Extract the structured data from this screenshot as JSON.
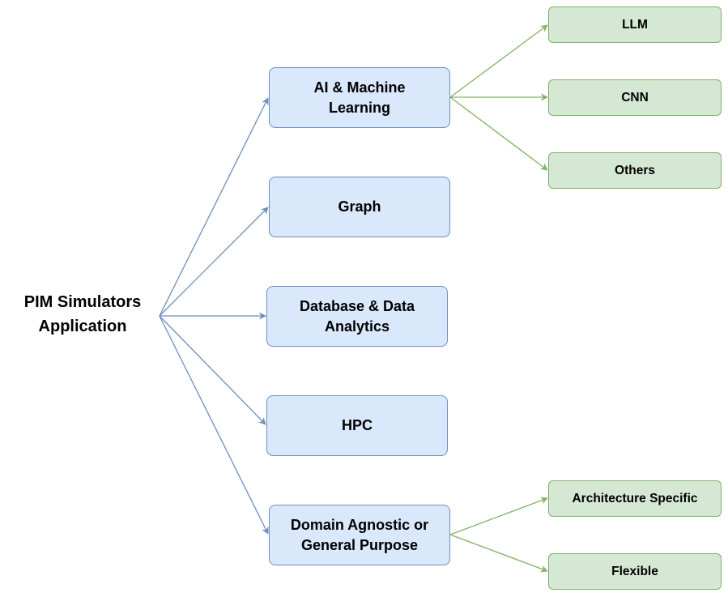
{
  "root": {
    "line1": "PIM Simulators",
    "line2": "Application"
  },
  "categories": [
    {
      "line1": "AI & Machine",
      "line2": "Learning"
    },
    {
      "line1": "Graph"
    },
    {
      "line1": "Database & Data",
      "line2": "Analytics"
    },
    {
      "line1": "HPC"
    },
    {
      "line1": "Domain Agnostic or",
      "line2": "General Purpose"
    }
  ],
  "ai_ml_children": [
    "LLM",
    "CNN",
    "Others"
  ],
  "general_purpose_children": [
    "Architecture Specific",
    "Flexible"
  ],
  "colors": {
    "category_fill": "#dae8fc",
    "category_stroke": "#6c8ebf",
    "leaf_fill": "#d5e8d4",
    "leaf_stroke": "#82b366"
  }
}
